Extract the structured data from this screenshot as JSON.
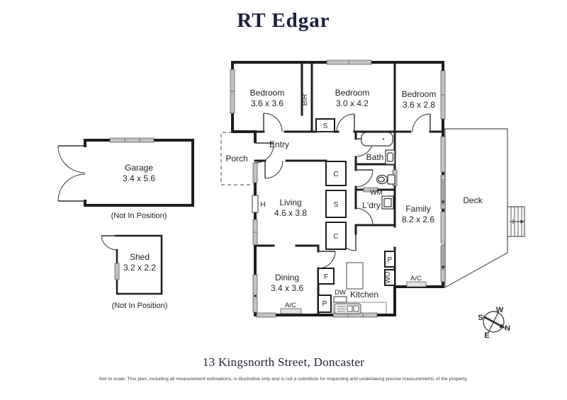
{
  "brand": {
    "logo": "RT Edgar"
  },
  "plan": {
    "rooms": [
      {
        "name": "Bedroom",
        "dims": "3.6 x 3.6"
      },
      {
        "name": "Bedroom",
        "dims": "3.0 x 4.2"
      },
      {
        "name": "Bedroom",
        "dims": "3.6 x 2.8"
      },
      {
        "name": "Entry"
      },
      {
        "name": "Porch"
      },
      {
        "name": "Bath"
      },
      {
        "name": "Living",
        "dims": "4.6 x 3.8"
      },
      {
        "name": "L'dry"
      },
      {
        "name": "Family",
        "dims": "8.2 x 2.6"
      },
      {
        "name": "Deck"
      },
      {
        "name": "Dining",
        "dims": "3.4 x 3.6"
      },
      {
        "name": "Kitchen"
      },
      {
        "name": "Garage",
        "dims": "3.4 x 5.6",
        "note": "(Not In Position)"
      },
      {
        "name": "Shed",
        "dims": "3.2 x 2.2",
        "note": "(Not In Position)"
      }
    ],
    "fixtures": {
      "bir": "BIR",
      "s_robe": "S",
      "c_top": "C",
      "s_hall": "S",
      "c_bottom": "C",
      "h": "H",
      "wm": "WM",
      "f": "F",
      "p_bottom": "P",
      "p_top": "P",
      "dw": "DW",
      "wo": "WO",
      "ac_dining": "A/C",
      "ac_family": "A/C"
    },
    "compass": {
      "w": "W",
      "n": "N",
      "s": "S",
      "e": "E"
    }
  },
  "footer": {
    "address": "13 Kingsnorth Street, Doncaster",
    "disclaimer": "Not to scale: This plan, including all measurement estimations, is illustrative only and is not a substitute for inspecting and undertaking precise measurements of the property."
  },
  "colors": {
    "brand_navy": "#1b2038",
    "wall": "#1d1d1d",
    "window_gray": "#c2c2c2"
  }
}
